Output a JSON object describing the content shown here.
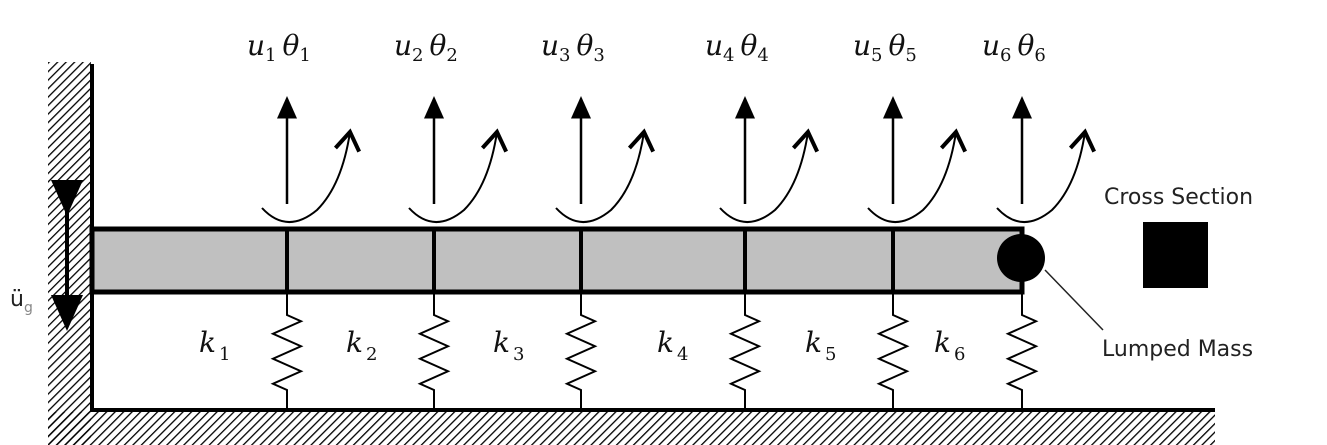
{
  "nodes": [
    {
      "disp": "u",
      "disp_sub": "1",
      "rot": "θ",
      "rot_sub": "1",
      "spring": "k",
      "spring_sub": "1"
    },
    {
      "disp": "u",
      "disp_sub": "2",
      "rot": "θ",
      "rot_sub": "2",
      "spring": "k",
      "spring_sub": "2"
    },
    {
      "disp": "u",
      "disp_sub": "3",
      "rot": "θ",
      "rot_sub": "3",
      "spring": "k",
      "spring_sub": "3"
    },
    {
      "disp": "u",
      "disp_sub": "4",
      "rot": "θ",
      "rot_sub": "4",
      "spring": "k",
      "spring_sub": "4"
    },
    {
      "disp": "u",
      "disp_sub": "5",
      "rot": "θ",
      "rot_sub": "5",
      "spring": "k",
      "spring_sub": "5"
    },
    {
      "disp": "u",
      "disp_sub": "6",
      "rot": "θ",
      "rot_sub": "6",
      "spring": "k",
      "spring_sub": "6"
    }
  ],
  "ground_accel": {
    "symbol": "ü",
    "sub": "g"
  },
  "cross_section_label": "Cross Section",
  "lumped_mass_label": "Lumped Mass",
  "colors": {
    "beam_fill": "#c0c0c0",
    "line": "#000000",
    "label": "#222222"
  }
}
